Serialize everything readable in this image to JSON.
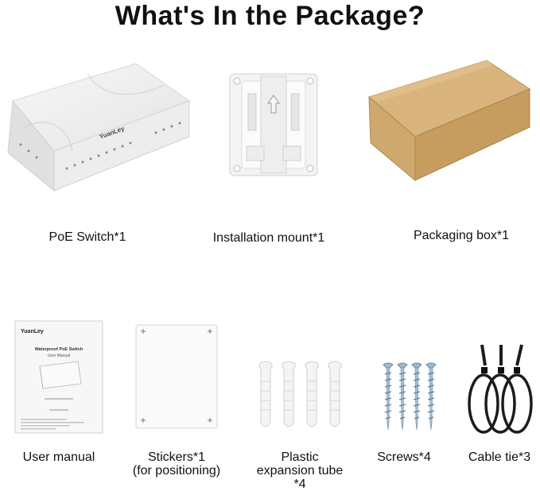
{
  "header": {
    "title": "What's In the Package?"
  },
  "items": [
    {
      "label": "PoE Switch*1",
      "brand": "YuanLey"
    },
    {
      "label": "Installation mount*1"
    },
    {
      "label": "Packaging box*1"
    },
    {
      "label": "User manual",
      "brand": "YuanLey",
      "manual_title": "Waterproof PoE Switch",
      "manual_subtitle": "User Manual"
    },
    {
      "label_line1": "Stickers*1",
      "label_line2": "(for positioning)"
    },
    {
      "label_line1": "Plastic",
      "label_line2": "expansion tube",
      "label_line3": "*4"
    },
    {
      "label": "Screws*4"
    },
    {
      "label": "Cable tie*3"
    }
  ]
}
